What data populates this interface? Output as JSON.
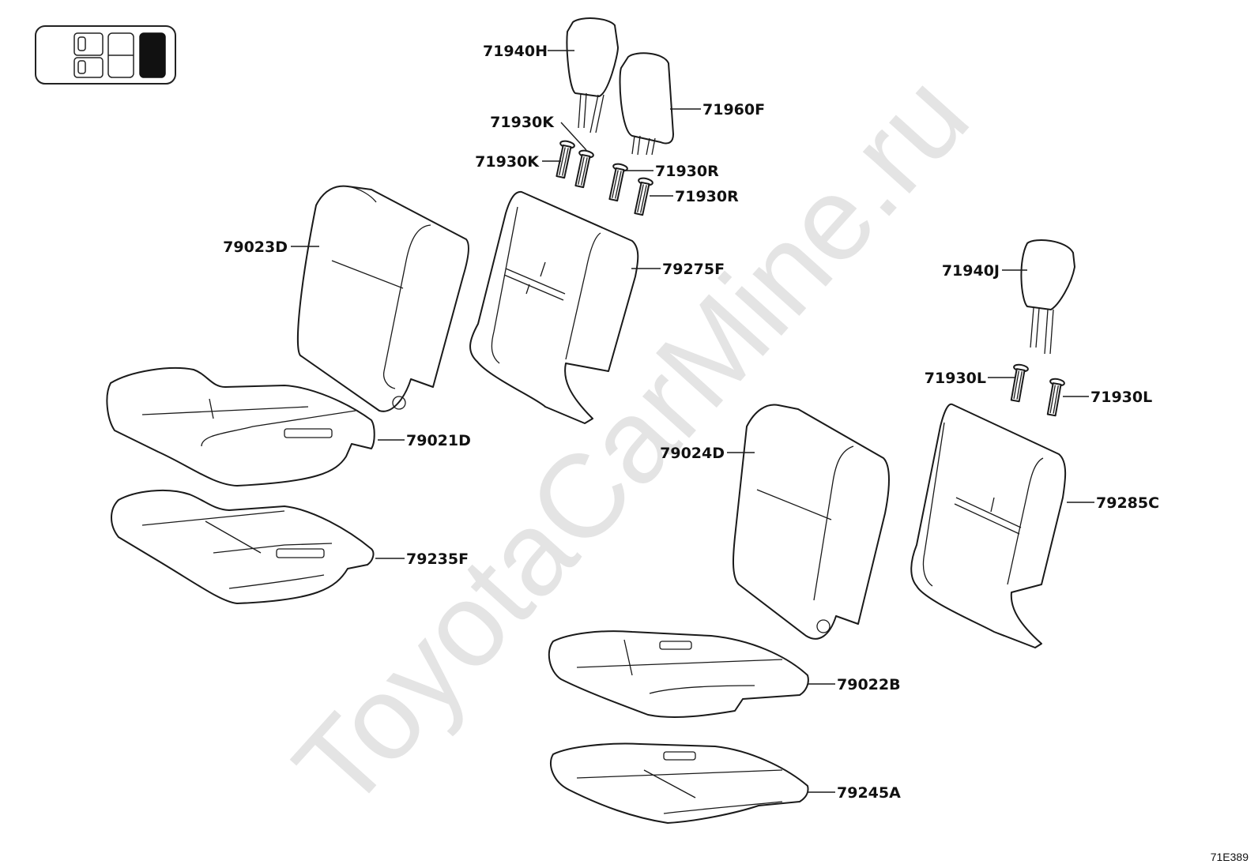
{
  "diagram": {
    "watermark": "ToyotaCarMine.ru",
    "figure_code": "71E389",
    "callouts": {
      "headrest_h": "71940H",
      "headrest_f": "71960F",
      "support_k1": "71930K",
      "support_k2": "71930K",
      "support_r1": "71930R",
      "support_r2": "71930R",
      "back_cover_left": "79023D",
      "back_pad_left": "79275F",
      "cushion_cover_left": "79021D",
      "cushion_pad_left": "79235F",
      "headrest_j": "71940J",
      "support_l1": "71930L",
      "support_l2": "71930L",
      "back_cover_right": "79024D",
      "back_pad_right": "79285C",
      "cushion_cover_right": "79022B",
      "cushion_pad_right": "79245A"
    },
    "seat_layout_icon": {
      "name": "seat-position-indicator",
      "highlighted_column": "right"
    }
  }
}
